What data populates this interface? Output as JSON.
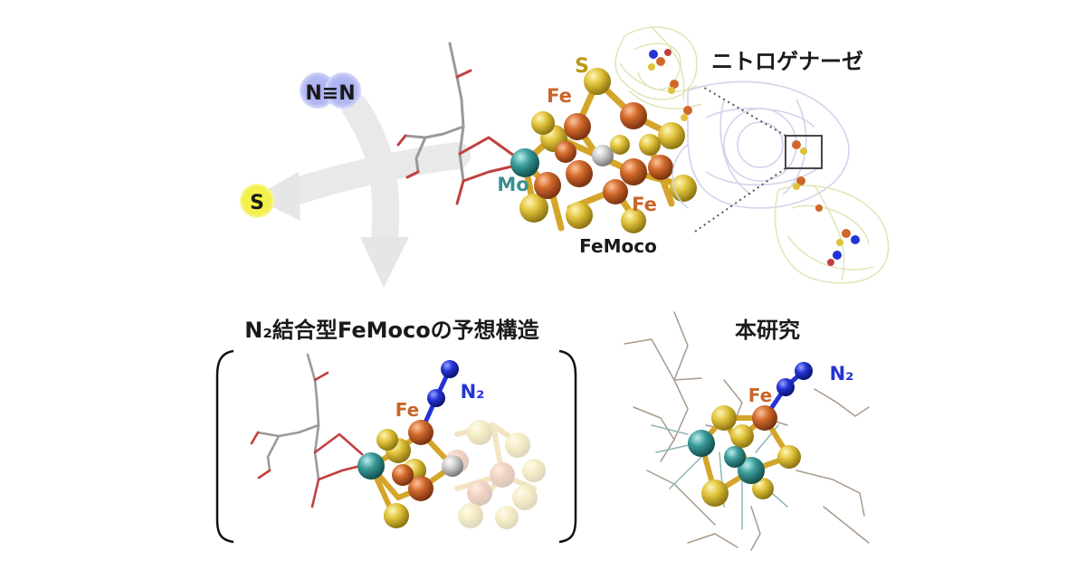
{
  "labels": {
    "n2_molecule": "N≡N",
    "sulfur_released": "S",
    "enzyme_name": "ニトロゲナーゼ",
    "cofactor_name": "FeMoco",
    "atom_s": "S",
    "atom_fe_top": "Fe",
    "atom_fe_bottom": "Fe",
    "atom_mo": "Mo",
    "predicted_title": "N₂結合型FeMocoの予想構造",
    "predicted_fe": "Fe",
    "predicted_n2": "N₂",
    "this_work_title": "本研究",
    "this_work_fe": "Fe",
    "this_work_n2": "N₂"
  },
  "colors": {
    "sulfur": "#d9b92e",
    "iron": "#d0672a",
    "molybdenum": "#3a9a98",
    "carbon": "#c4c4c4",
    "nitrogen": "#2433d6",
    "n2_bubble": "#b0b5f0",
    "s_bubble": "#f3f04e",
    "arrow": "#e6e6e6",
    "label_fe": "#c8652a",
    "label_s": "#b89a14",
    "label_mo": "#3a8f8f",
    "label_n": "#2433d6",
    "text_dark": "#1a1a1a"
  }
}
